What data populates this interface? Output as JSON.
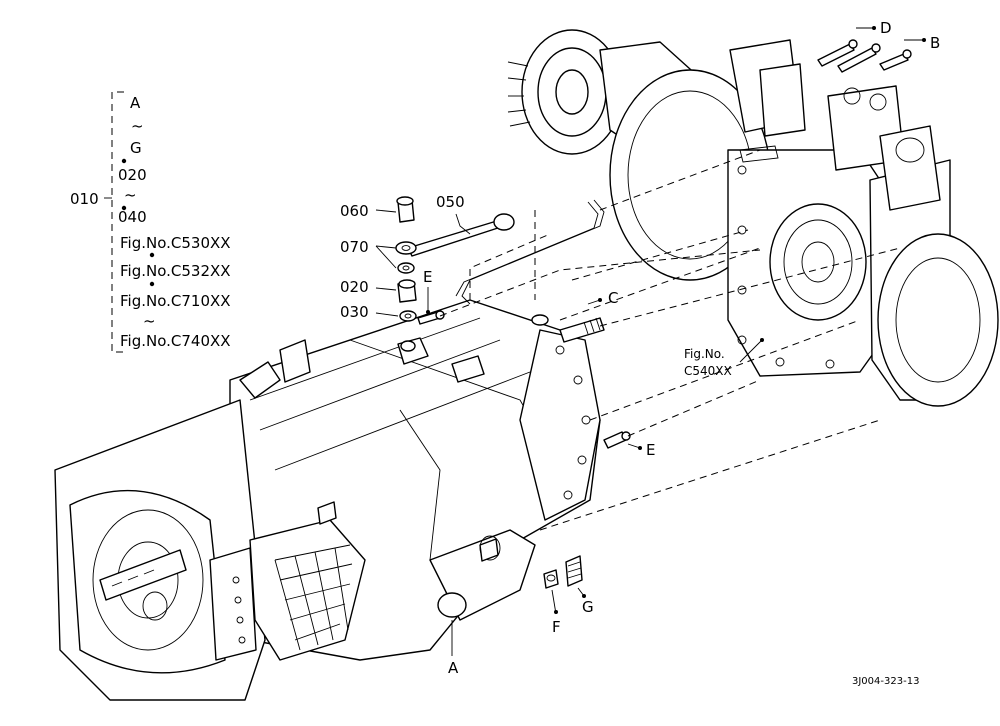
{
  "legend": {
    "top_code": "A",
    "tilde_1": "~",
    "second_code": "G",
    "third_code": "020",
    "tilde_2": "~",
    "fourth_code": "040",
    "range_code": "010",
    "fig_1": "Fig.No.C530XX",
    "fig_2": "Fig.No.C532XX",
    "fig_3": "Fig.No.C710XX",
    "tilde_3": "~",
    "fig_4": "Fig.No.C740XX"
  },
  "callouts": {
    "p060": "060",
    "p050": "050",
    "p070": "070",
    "p020": "020",
    "p030": "030",
    "e_upper": "E",
    "c": "C",
    "d": "D",
    "b": "B",
    "e_lower": "E",
    "a": "A",
    "f": "F",
    "g": "G",
    "ref_fig_line1": "Fig.No.",
    "ref_fig_line2": "C540XX"
  },
  "drawing_code": "3J004-323-13"
}
